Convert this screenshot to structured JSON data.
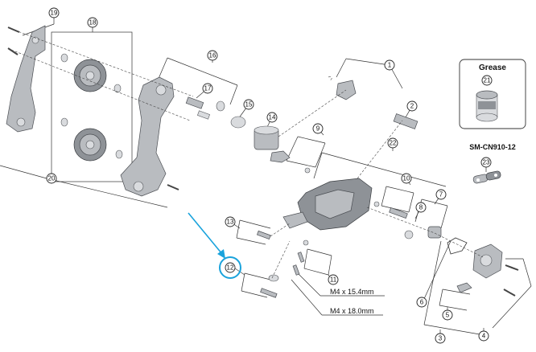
{
  "callouts": [
    "1",
    "2",
    "3",
    "4",
    "5",
    "6",
    "7",
    "8",
    "9",
    "10",
    "11",
    "12",
    "13",
    "14",
    "15",
    "16",
    "17",
    "18",
    "19",
    "20",
    "21",
    "22",
    "23"
  ],
  "grease_box": {
    "title": "Grease",
    "callout": "21"
  },
  "chain_tool": {
    "title": "SM-CN910-12",
    "callout": "23"
  },
  "bolt_labels": [
    "M4 x 15.4mm",
    "M4 x 18.0mm"
  ],
  "highlight": {
    "callout": "12",
    "color": "#1aa3dc"
  },
  "colors": {
    "line": "#333333",
    "metal": "#b9bcc0",
    "accent": "#1aa3dc"
  }
}
